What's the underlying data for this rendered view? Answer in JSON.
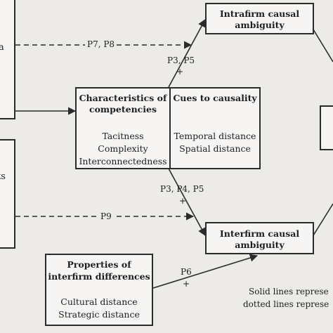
{
  "boxes": {
    "intrafirm": {
      "line1": "Intrafirm causal",
      "line2": "ambiguity"
    },
    "interfirm": {
      "line1": "Interfirm causal",
      "line2": "ambiguity"
    },
    "competencies": {
      "title1": "Characteristics of",
      "title2": "competencies",
      "items": [
        "Tacitness",
        "Complexity",
        "Interconnectedness"
      ]
    },
    "cues": {
      "title": "Cues to causality",
      "items": [
        "Temporal distance",
        "Spatial distance"
      ]
    },
    "interfirm_diff": {
      "title1": "Properties of",
      "title2": "interfirm differences",
      "items": [
        "Cultural distance",
        "Strategic distance"
      ]
    },
    "left_top_fragment": "a",
    "left_bottom_fragment": "ts"
  },
  "edge_labels": {
    "p7p8": "P7, P8",
    "p3p5": "P3, P5",
    "p3p5_sign": "+",
    "p3p4p5": "P3, P4, P5",
    "p3p4p5_sign": "+",
    "p9": "P9",
    "p6": "P6",
    "p6_sign": "+"
  },
  "footnote": {
    "line1": "Solid lines represe",
    "line2": "dotted lines represe"
  }
}
